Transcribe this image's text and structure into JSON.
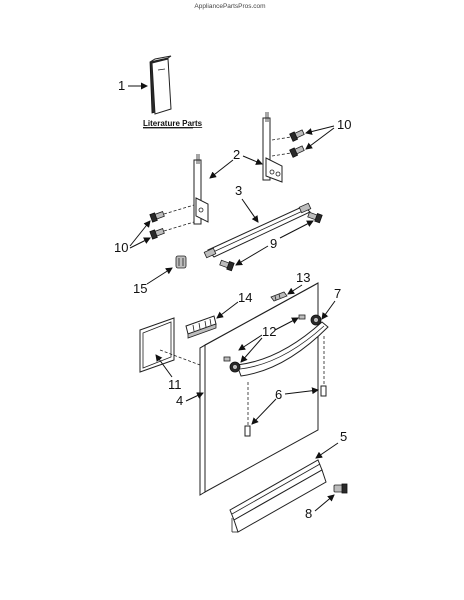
{
  "watermark": "AppliancePartsPros.com",
  "literature_caption": "Literature Parts",
  "callouts": {
    "c1": "1",
    "c2": "2",
    "c3": "3",
    "c4": "4",
    "c5": "5",
    "c6": "6",
    "c7": "7",
    "c8": "8",
    "c9": "9",
    "c10_top": "10",
    "c10_left": "10",
    "c11": "11",
    "c12": "12",
    "c13": "13",
    "c14": "14",
    "c15": "15"
  }
}
